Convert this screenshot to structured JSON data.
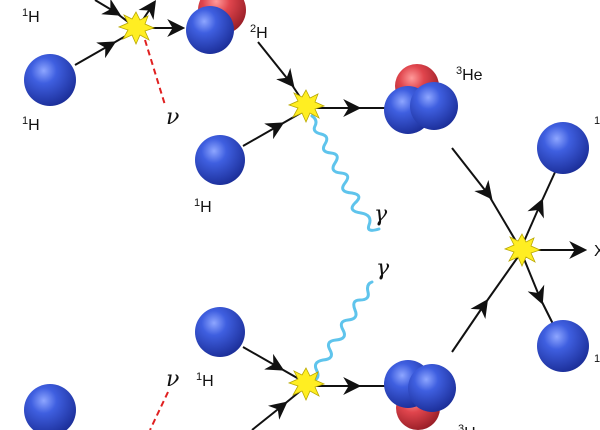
{
  "labels": {
    "proton": "H",
    "proton_mass": "1",
    "deuterium": "H",
    "deuterium_mass": "2",
    "helium3": "He",
    "helium3_mass": "3",
    "helium3_bottom_mass": "3",
    "helium3_bottom": "H",
    "neutrino": "ν",
    "gamma": "γ",
    "right_mass": "1",
    "right_partial": "X"
  },
  "colors": {
    "proton": "#2a48c8",
    "neutron": "#d84048",
    "gamma_wave": "#5fc4ec",
    "neutrino_line": "#e02020",
    "flash": "#ffee22",
    "arrow": "#111111"
  }
}
